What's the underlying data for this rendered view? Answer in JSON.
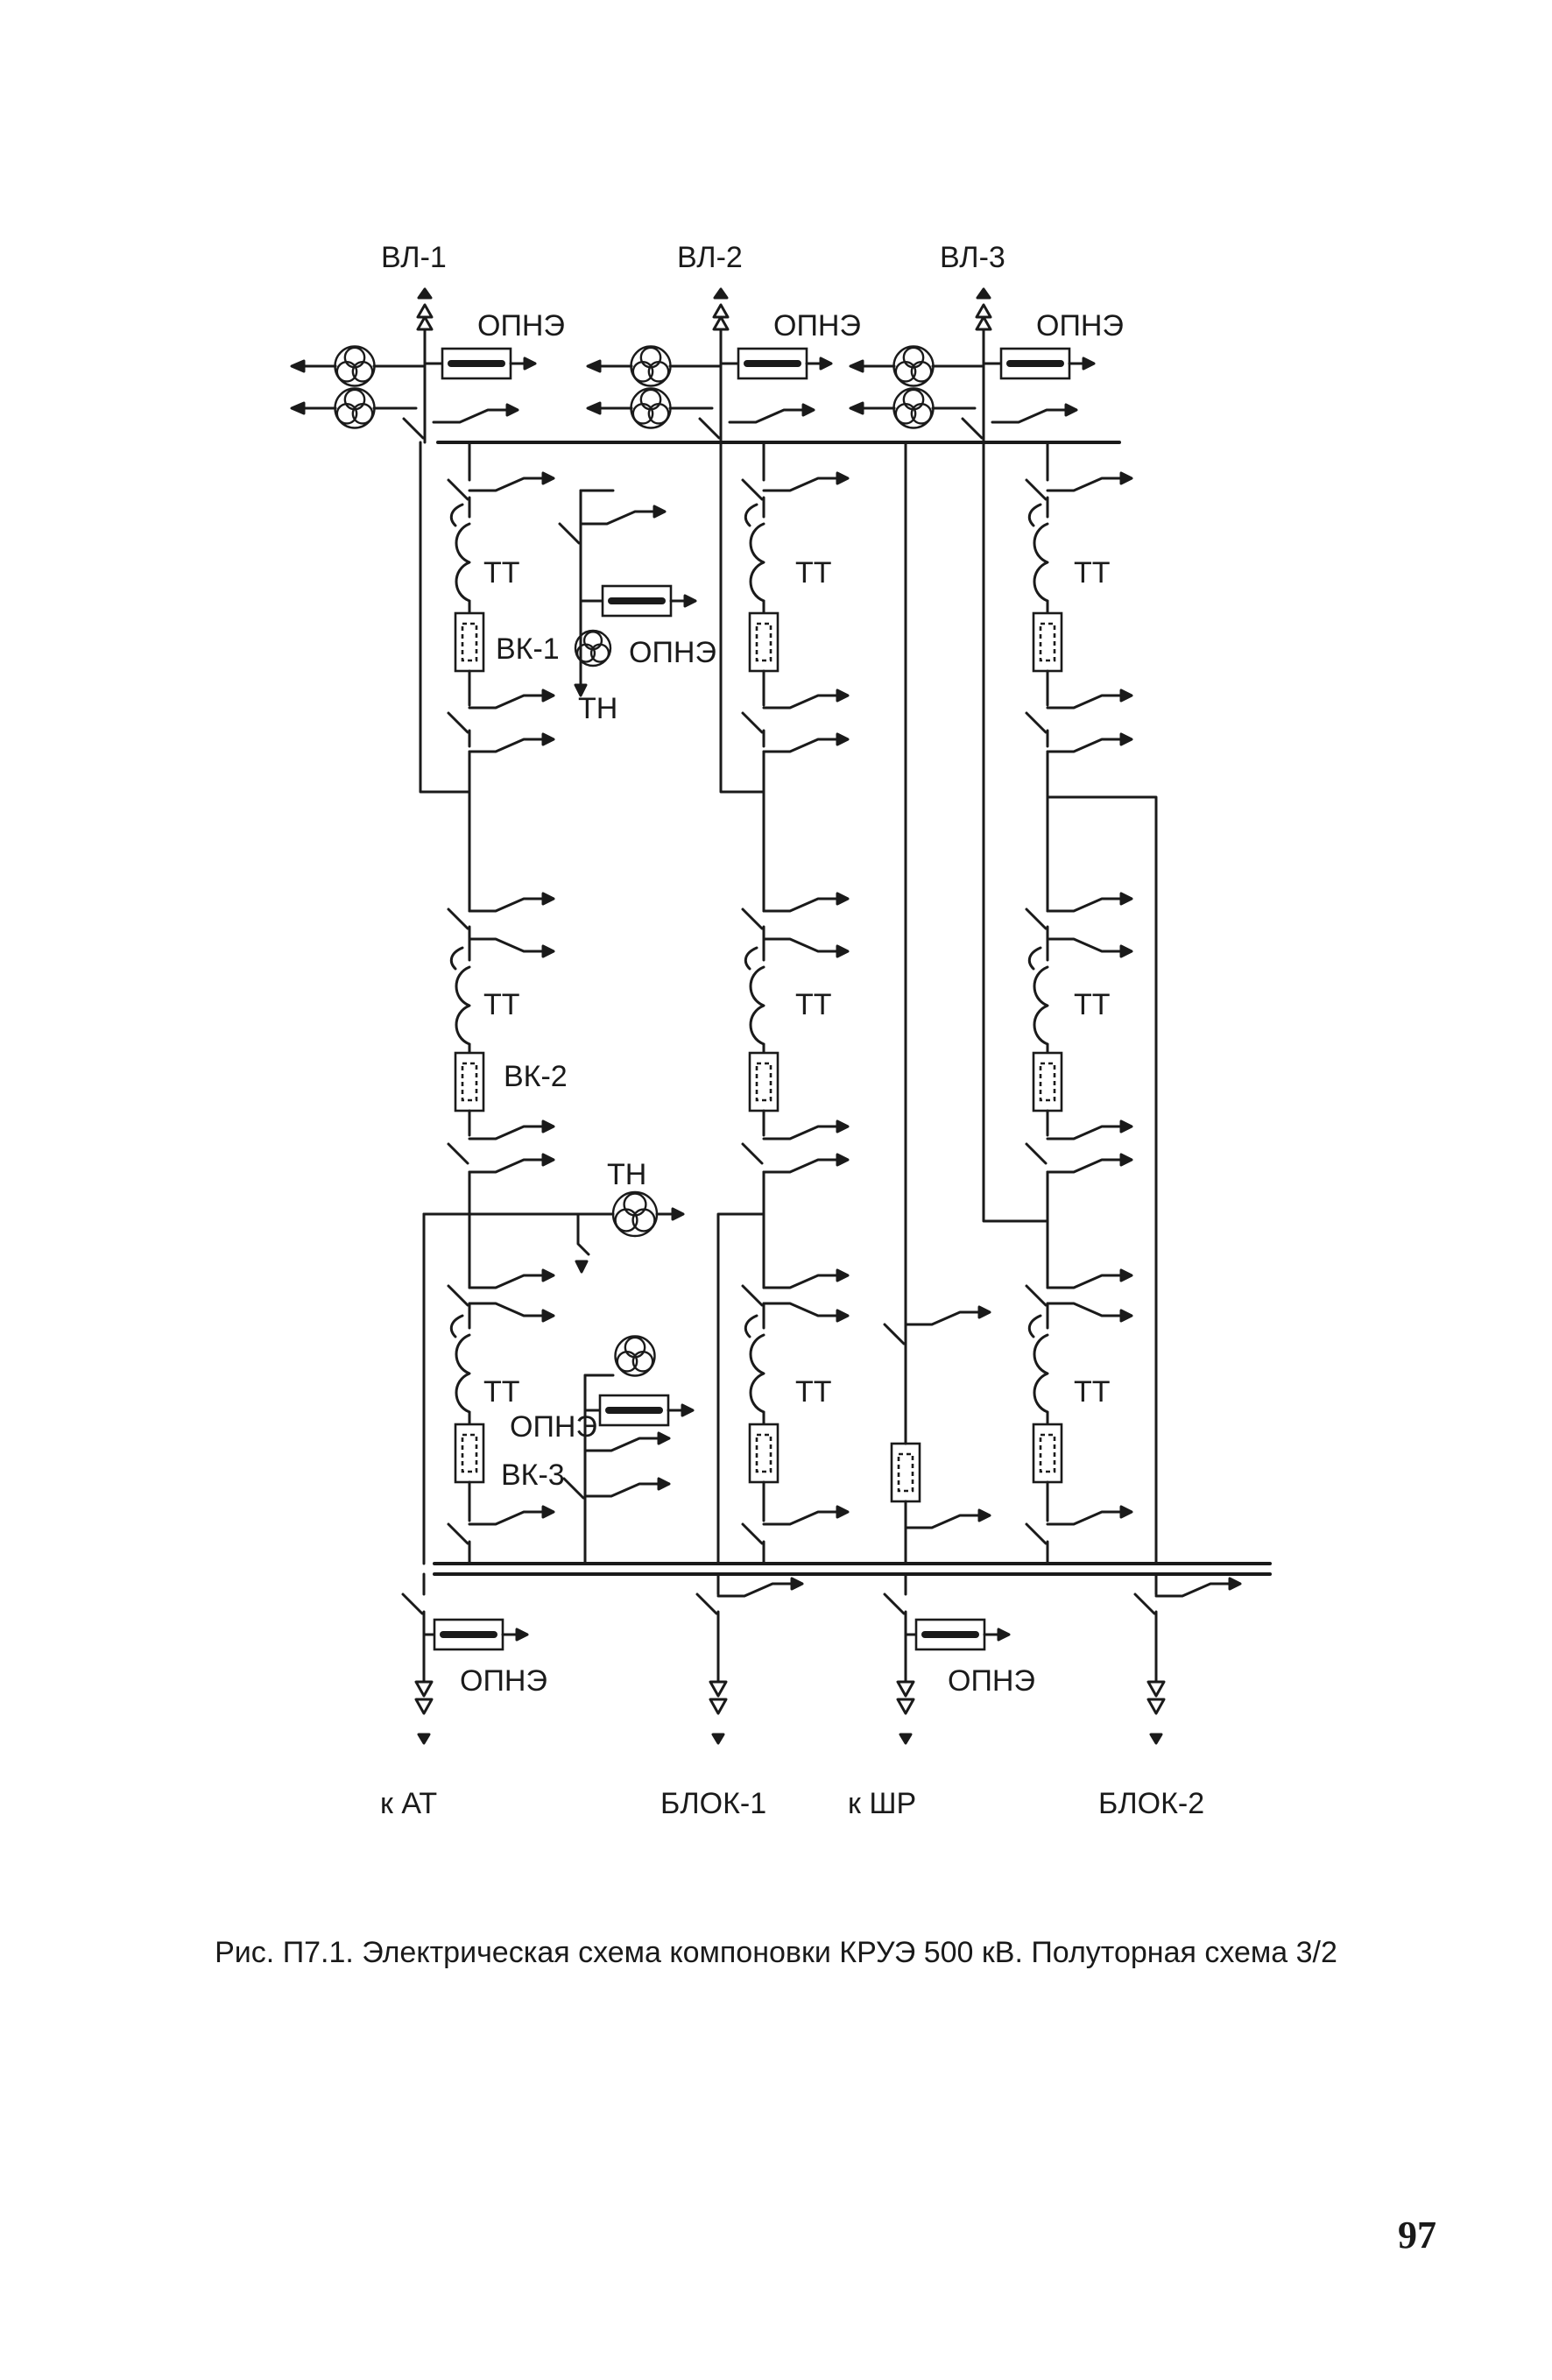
{
  "lines": [
    "ВЛ-1",
    "ВЛ-2",
    "ВЛ-3"
  ],
  "labels": {
    "opne": "ОПНЭ",
    "tt": "ТТ",
    "tn": "ТН",
    "vk1": "ВК-1",
    "vk2": "ВК-2",
    "vk3": "ВК-3"
  },
  "outputs": [
    "к АТ",
    "БЛОК-1",
    "к ШР",
    "БЛОК-2"
  ],
  "caption": "Рис. П7.1. Электрическая схема компоновки КРУЭ 500 кВ. Полуторная схема 3/2",
  "page_number": "97"
}
